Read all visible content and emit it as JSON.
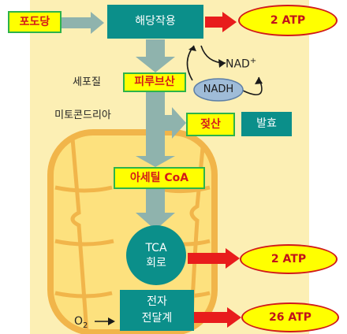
{
  "colors": {
    "cell_background": "#fcefb4",
    "mito_outer": "#f1b54a",
    "mito_inner": "#fde17e",
    "flow_arrow": "#8fb3ad",
    "output_arrow": "#e81c1c",
    "teal_box": "#0b8f8a",
    "label_box_fill": "#ffff00",
    "label_box_border": "#2db34a",
    "label_text": "#d41a1a",
    "atp_fill": "#ffff00",
    "atp_border": "#d11a1a",
    "nadh_fill": "#9fbcd8"
  },
  "nodes": {
    "glucose": "포도당",
    "glycolysis": "해당작용",
    "pyruvate": "피루브산",
    "lactate": "젖산",
    "fermentation": "발효",
    "acetyl_coa": "아세틸 CoA",
    "tca_line1": "TCA",
    "tca_line2": "회로",
    "etc_line1": "전자",
    "etc_line2": "전달계"
  },
  "cofactors": {
    "nad": "NAD",
    "nad_superscript": "+",
    "nadh": "NADH"
  },
  "regions": {
    "cytoplasm": "세포질",
    "mitochondria": "미토콘드리아"
  },
  "oxygen": {
    "symbol": "O",
    "subscript": "2"
  },
  "outputs": {
    "glycolysis_atp": "2 ATP",
    "tca_atp": "2 ATP",
    "etc_atp": "26 ATP"
  }
}
